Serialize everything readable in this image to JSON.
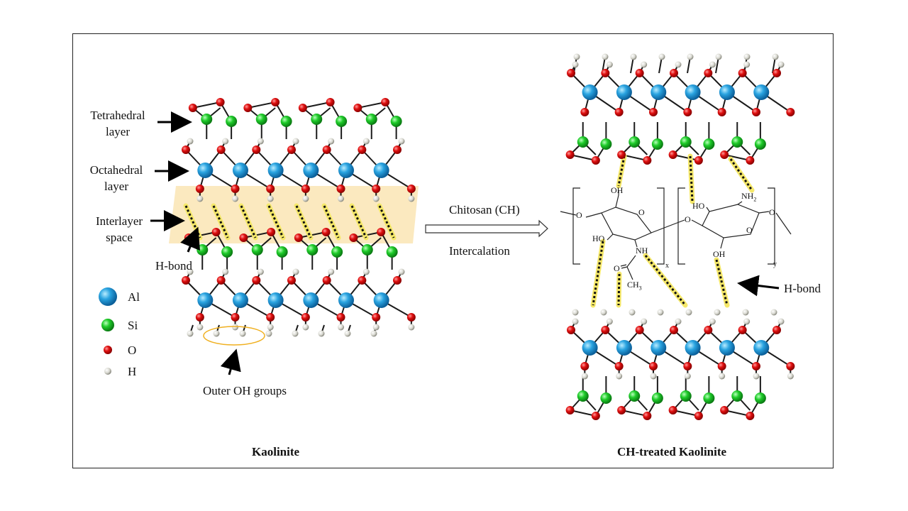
{
  "kaolinite": {
    "title": "Kaolinite",
    "tetrahedral_label_1": "Tetrahedral",
    "tetrahedral_label_2": "layer",
    "octahedral_label_1": "Octahedral",
    "octahedral_label_2": "layer",
    "interlayer_label_1": "Interlayer",
    "interlayer_label_2": "space",
    "hbond_label": "H-bond",
    "outer_oh_label": "Outer OH groups"
  },
  "legend": [
    {
      "symbol": "Al",
      "color": "#29a3e0",
      "icon": "al-atom-icon"
    },
    {
      "symbol": "Si",
      "color": "#1fcc2a",
      "icon": "si-atom-icon"
    },
    {
      "symbol": "O",
      "color": "#e01010",
      "icon": "o-atom-icon"
    },
    {
      "symbol": "H",
      "color": "#d8d8d0",
      "icon": "h-atom-icon"
    }
  ],
  "process": {
    "reagent": "Chitosan (CH)",
    "step": "Intercalation"
  },
  "treated": {
    "title": "CH-treated Kaolinite",
    "hbond_label": "H-bond"
  },
  "chitosan": {
    "oh_top": "OH",
    "ho_left": "HO",
    "nh": "NH",
    "o_carbonyl": "O",
    "ch3": "CH",
    "ch3_sub": "3",
    "ho_right": "HO",
    "nh2": "NH",
    "nh2_sub": "2",
    "oh_bottom": "OH",
    "ring_o": "O",
    "glyco_o_left": "O",
    "glyco_o_mid": "O",
    "subscript_x": "x",
    "subscript_y": "y"
  },
  "colors": {
    "al": "#29a3e0",
    "si": "#1fcc2a",
    "o": "#e01010",
    "h": "#d8d8d0",
    "hbond": "#f5e86a",
    "interlayer": "#fbe7b8"
  }
}
